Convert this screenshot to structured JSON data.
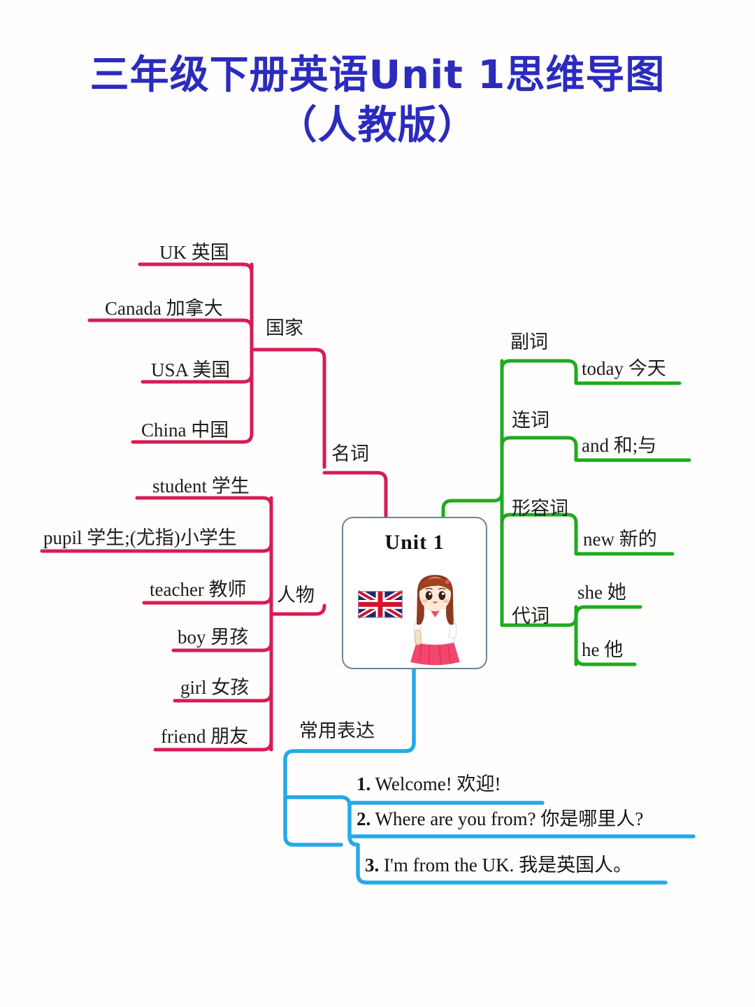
{
  "title": {
    "line1": "三年级下册英语Unit 1思维导图",
    "line2": "（人教版）",
    "color": "#2b2bbd"
  },
  "center": {
    "label": "Unit 1",
    "flag_icon": "uk-flag-icon",
    "character_icon": "girl-student-icon",
    "border_color": "#6d8596"
  },
  "colors": {
    "noun_branch": "#d61c56",
    "word_class_branch": "#1eab1e",
    "expressions_branch": "#26a9e6"
  },
  "branches": [
    {
      "id": "noun",
      "label": "名词",
      "color": "#d61c56",
      "groups": [
        {
          "id": "country",
          "label": "国家",
          "items": [
            {
              "en": "UK",
              "zh": "英国",
              "text": "UK 英国"
            },
            {
              "en": "Canada",
              "zh": "加拿大",
              "text": "Canada 加拿大"
            },
            {
              "en": "USA",
              "zh": "美国",
              "text": "USA 美国"
            },
            {
              "en": "China",
              "zh": "中国",
              "text": "China 中国"
            }
          ]
        },
        {
          "id": "people",
          "label": "人物",
          "items": [
            {
              "en": "student",
              "zh": "学生",
              "text": "student 学生"
            },
            {
              "en": "pupil",
              "zh": "学生;(尤指)小学生",
              "text": "pupil 学生;(尤指)小学生"
            },
            {
              "en": "teacher",
              "zh": "教师",
              "text": "teacher 教师"
            },
            {
              "en": "boy",
              "zh": "男孩",
              "text": "boy 男孩"
            },
            {
              "en": "girl",
              "zh": "女孩",
              "text": "girl 女孩"
            },
            {
              "en": "friend",
              "zh": "朋友",
              "text": "friend 朋友"
            }
          ]
        }
      ]
    },
    {
      "id": "word-classes",
      "color": "#1eab1e",
      "groups": [
        {
          "id": "adverb",
          "label": "副词",
          "items": [
            {
              "en": "today",
              "zh": "今天",
              "text": "today 今天"
            }
          ]
        },
        {
          "id": "conjunction",
          "label": "连词",
          "items": [
            {
              "en": "and",
              "zh": "和;与",
              "text": "and 和;与"
            }
          ]
        },
        {
          "id": "adjective",
          "label": "形容词",
          "items": [
            {
              "en": "new",
              "zh": "新的",
              "text": "new 新的"
            }
          ]
        },
        {
          "id": "pronoun",
          "label": "代词",
          "items": [
            {
              "en": "she",
              "zh": "她",
              "text": "she 她"
            },
            {
              "en": "he",
              "zh": "他",
              "text": "he 他"
            }
          ]
        }
      ]
    },
    {
      "id": "expressions",
      "label": "常用表达",
      "color": "#26a9e6",
      "items": [
        {
          "num": "1.",
          "text": "Welcome! 欢迎!"
        },
        {
          "num": "2.",
          "text": "Where are you from? 你是哪里人?"
        },
        {
          "num": "3.",
          "text": "I'm from the UK. 我是英国人。"
        }
      ]
    }
  ]
}
